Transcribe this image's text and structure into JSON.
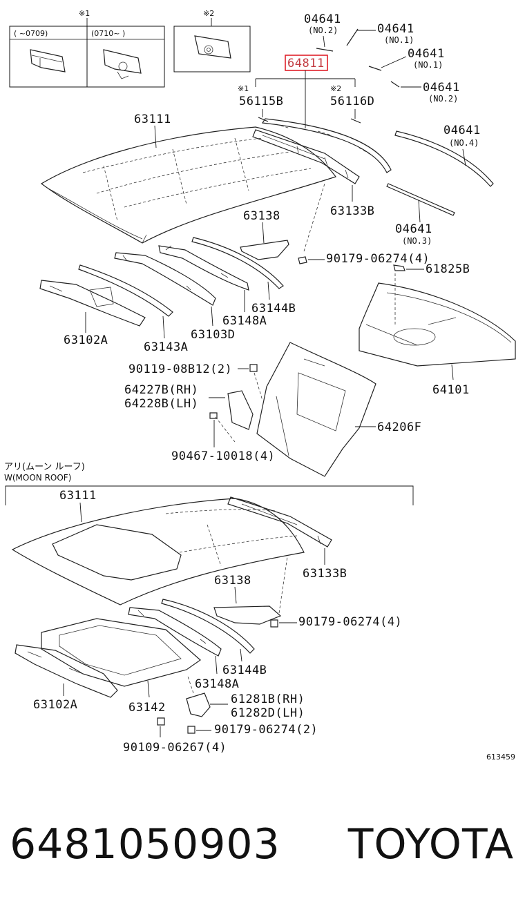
{
  "callouts": {
    "note1_mark": "※1",
    "note2_mark": "※2",
    "range_left": "(     ~0709)",
    "range_right": "(0710~     )"
  },
  "labels": {
    "p04641_a": "04641",
    "p04641_a_sub": "(NO.2)",
    "p04641_b": "04641",
    "p04641_b_sub": "(NO.1)",
    "p04641_c": "04641",
    "p04641_c_sub": "(NO.1)",
    "p04641_d": "04641",
    "p04641_d_sub": "(NO.2)",
    "p04641_e": "04641",
    "p04641_e_sub": "(NO.4)",
    "p04641_f": "04641",
    "p04641_f_sub": "(NO.3)",
    "p64811": "64811",
    "p56115b": "56115B",
    "p56115b_mark": "※1",
    "p56116d": "56116D",
    "p56116d_mark": "※2",
    "p63111_top": "63111",
    "p63133b_top": "63133B",
    "p63138_top": "63138",
    "p90179_top": "90179-06274(4)",
    "p61825b": "61825B",
    "p63144b_top": "63144B",
    "p63148a_top": "63148A",
    "p63103d": "63103D",
    "p63143a": "63143A",
    "p63102a_top": "63102A",
    "p90119": "90119-08B12(2)",
    "p64227b": "64227B(RH)",
    "p64228b": "64228B(LH)",
    "p64101": "64101",
    "p64206f": "64206F",
    "p90467": "90467-10018(4)",
    "moonroof_jp": "アリ(ムーン ルーフ)",
    "moonroof_en": "W(MOON ROOF)",
    "p63111_bot": "63111",
    "p63133b_bot": "63133B",
    "p63138_bot": "63138",
    "p90179_mid": "90179-06274(4)",
    "p63144b_bot": "63144B",
    "p63148a_bot": "63148A",
    "p63102a_bot": "63102A",
    "p63142": "63142",
    "p61281b": "61281B(RH)",
    "p61282d": "61282D(LH)",
    "p90179_bot": "90179-06274(2)",
    "p90109": "90109-06267(4)",
    "diagram_id": "613459"
  },
  "highlight": {
    "part": "64811",
    "color": "#e0202a"
  },
  "footer": {
    "part_number": "6481050903",
    "brand": "TOYOTA"
  }
}
